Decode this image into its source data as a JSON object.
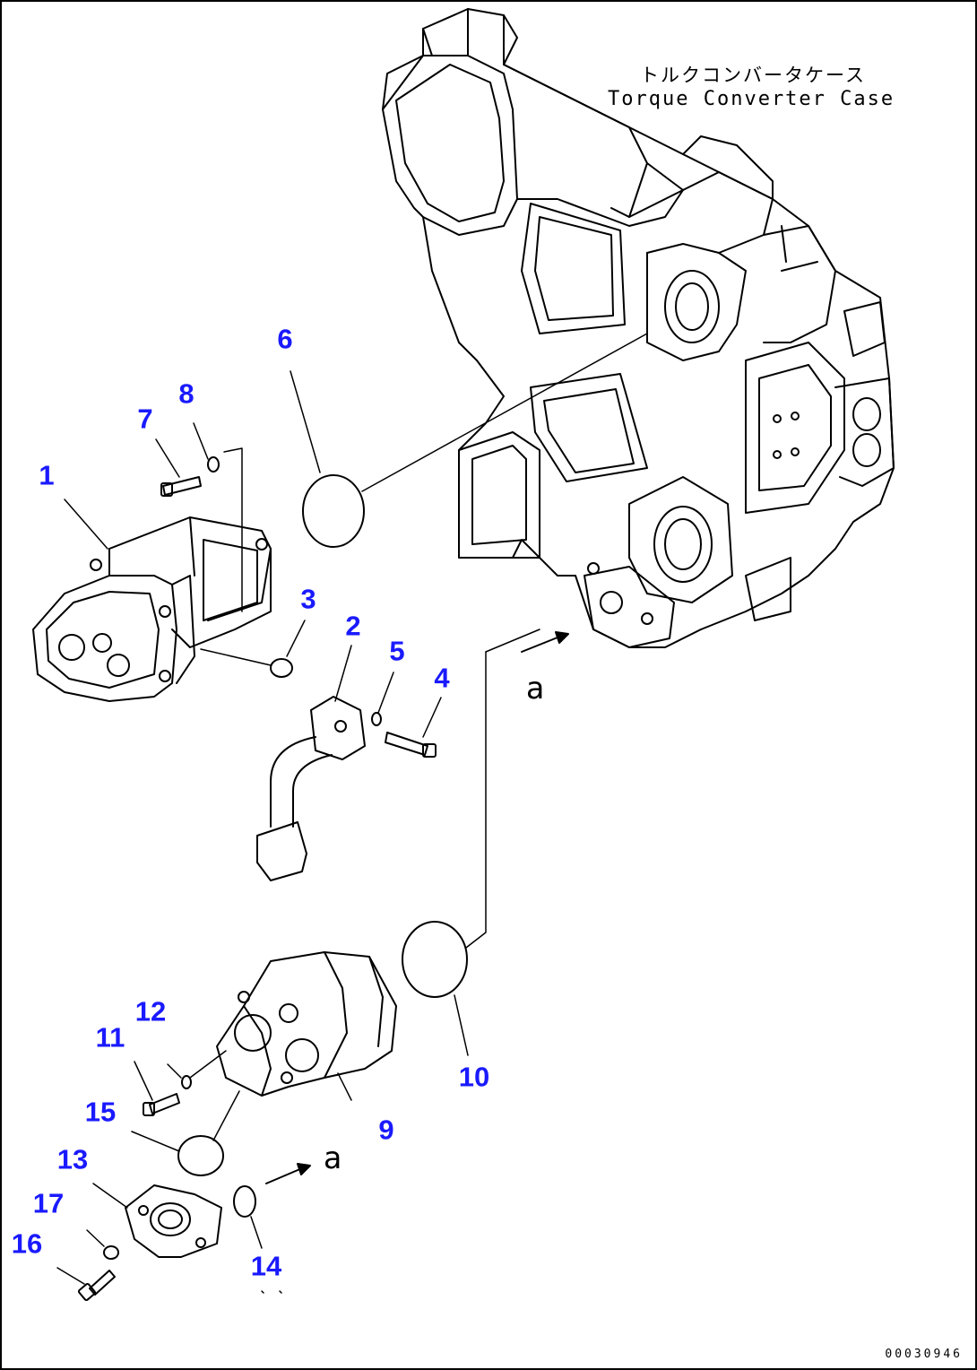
{
  "case_label": {
    "japanese": "トルクコンバータケース",
    "english": "Torque Converter Case"
  },
  "label_color": "#1a1aff",
  "callouts": [
    {
      "id": "1",
      "text": "1"
    },
    {
      "id": "2",
      "text": "2"
    },
    {
      "id": "3",
      "text": "3"
    },
    {
      "id": "4",
      "text": "4"
    },
    {
      "id": "5",
      "text": "5"
    },
    {
      "id": "6",
      "text": "6"
    },
    {
      "id": "7",
      "text": "7"
    },
    {
      "id": "8",
      "text": "8"
    },
    {
      "id": "9",
      "text": "9"
    },
    {
      "id": "10",
      "text": "10"
    },
    {
      "id": "11",
      "text": "11"
    },
    {
      "id": "12",
      "text": "12"
    },
    {
      "id": "13",
      "text": "13"
    },
    {
      "id": "14",
      "text": "14"
    },
    {
      "id": "15",
      "text": "15"
    },
    {
      "id": "16",
      "text": "16"
    },
    {
      "id": "17",
      "text": "17"
    }
  ],
  "markers": {
    "upper": "a",
    "lower": "a"
  },
  "figure_number": "00030946"
}
